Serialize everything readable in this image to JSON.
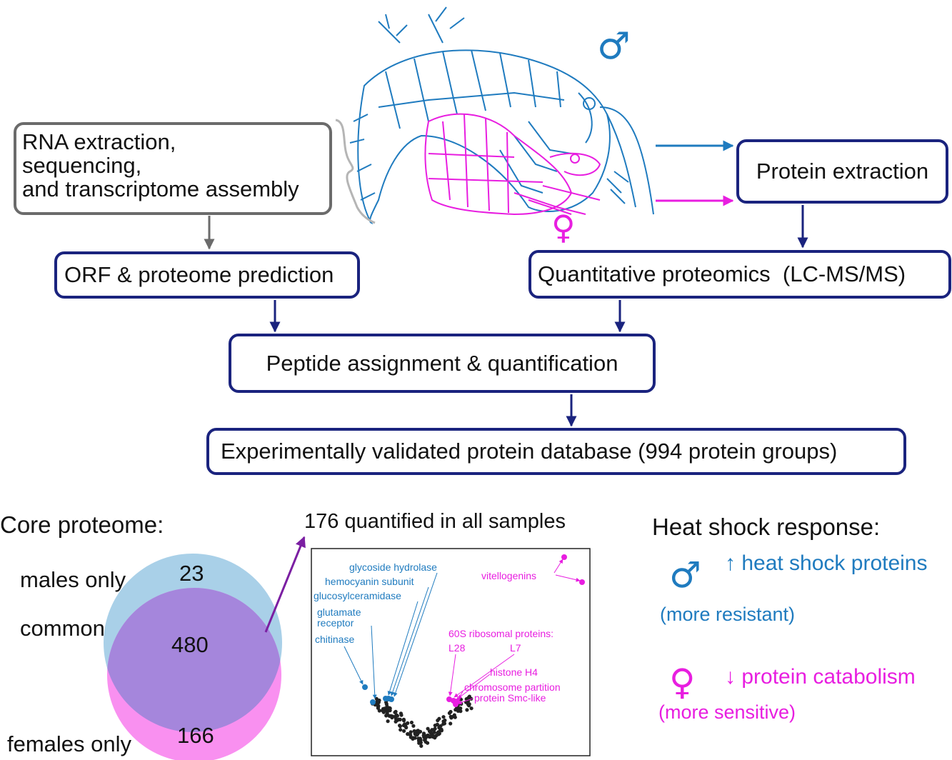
{
  "workflow": {
    "rna_box": [
      "RNA extraction,",
      "sequencing,",
      "and transcriptome assembly"
    ],
    "protein_extraction": "Protein extraction",
    "orf_box": "ORF & proteome prediction",
    "quant_box": "Quantitative proteomics  (LC-MS/MS)",
    "peptide_box": "Peptide assignment & quantification",
    "database_box": "Experimentally validated protein database (994 protein groups)"
  },
  "symbols": {
    "male": "♂",
    "female": "♀"
  },
  "core": {
    "title": "Core proteome:",
    "males_label": "males only",
    "common_label": "common",
    "females_label": "females only",
    "males_count": "23",
    "common_count": "480",
    "females_count": "166",
    "quantified_label": "176 quantified in all samples"
  },
  "volcano_labels": {
    "glycoside": "glycoside hydrolase",
    "hemocyanin": "hemocyanin subunit",
    "glucosyl": "glucosylceramidase",
    "glutamate_1": "glutamate",
    "glutamate_2": "receptor",
    "chitinase": "chitinase",
    "vitellogenins": "vitellogenins",
    "ribosomal": "60S ribosomal proteins:",
    "l28": "L28",
    "l7": "L7",
    "histone": "histone H4",
    "chromosome": "chromosome partition",
    "smc": "protein Smc-like"
  },
  "heat": {
    "title": "Heat shock response:",
    "male_text": "↑ heat shock proteins",
    "male_sub": "(more resistant)",
    "female_text": "↓ protein catabolism",
    "female_sub": "(more sensitive)"
  },
  "colors": {
    "male_blue": "#1f7bbf",
    "female_magenta": "#e81ee0",
    "box_navy": "#1a237e",
    "venn_blue": "#a9d0e8",
    "venn_pink": "#f990f0",
    "venn_overlap": "#a586dc"
  }
}
